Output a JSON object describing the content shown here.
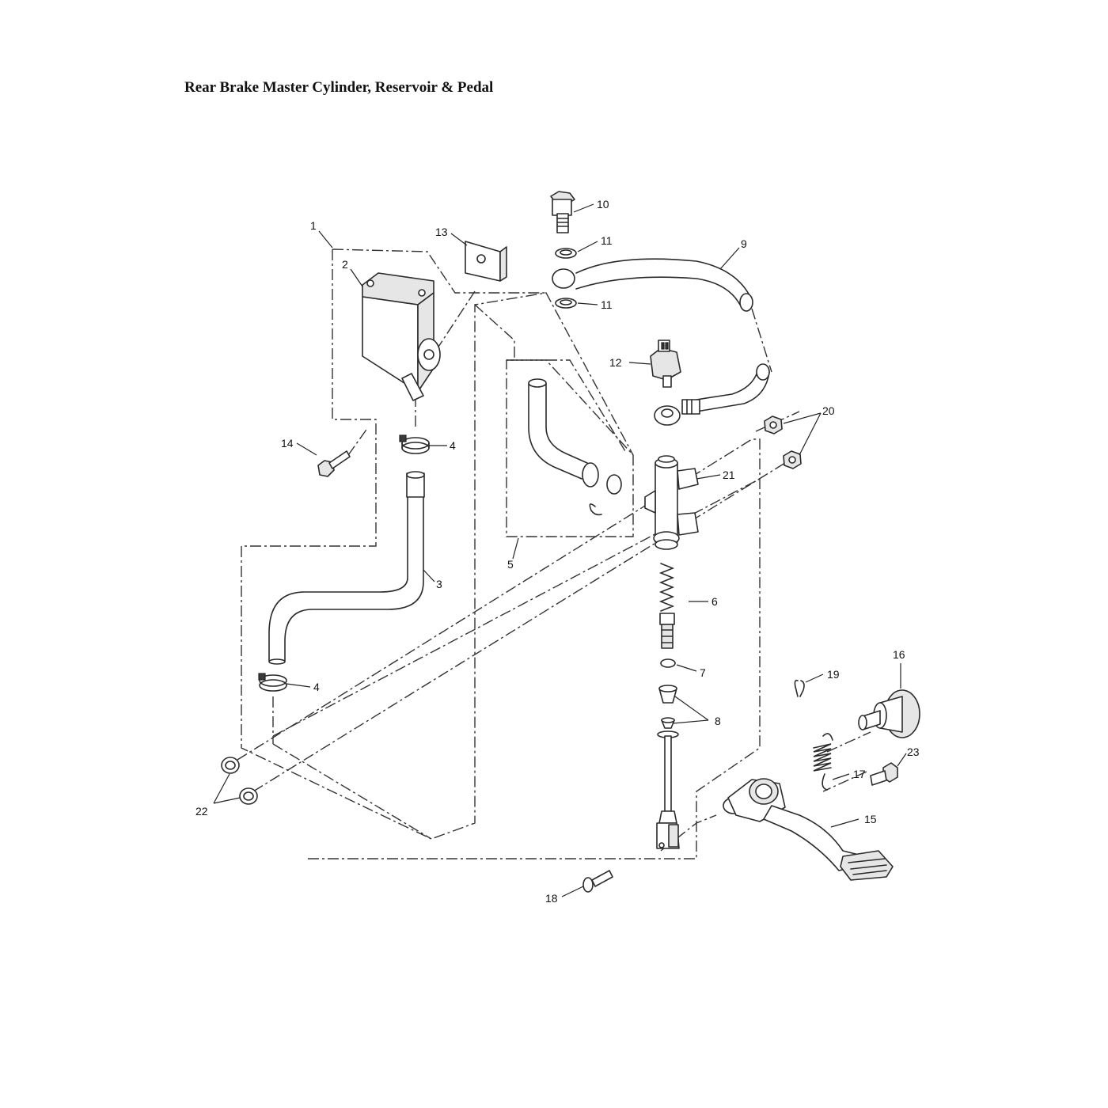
{
  "title": "Rear Brake Master Cylinder, Reservoir & Pedal",
  "callouts": [
    "1",
    "2",
    "3",
    "4",
    "4",
    "5",
    "6",
    "7",
    "8",
    "9",
    "10",
    "11",
    "11",
    "12",
    "13",
    "14",
    "15",
    "16",
    "17",
    "18",
    "19",
    "20",
    "21",
    "22",
    "23"
  ],
  "colors": {
    "line": "#2a2a2a",
    "fill": "#ffffff",
    "shade": "#e6e6e6"
  }
}
